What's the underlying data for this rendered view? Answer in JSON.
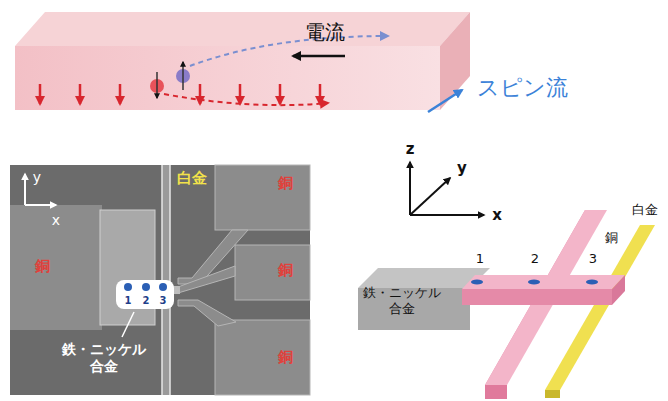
{
  "diagram": {
    "labels": [
      "電流",
      "スピン流",
      "y",
      "x",
      "白金",
      "銅",
      "銅",
      "銅",
      "銅",
      "鉄・ニッケル 合金",
      "1",
      "2",
      "3",
      "z",
      "y",
      "x",
      "銅",
      "白金",
      "鉄・ニッケル 合金",
      "1",
      "2",
      "3"
    ]
  }
}
